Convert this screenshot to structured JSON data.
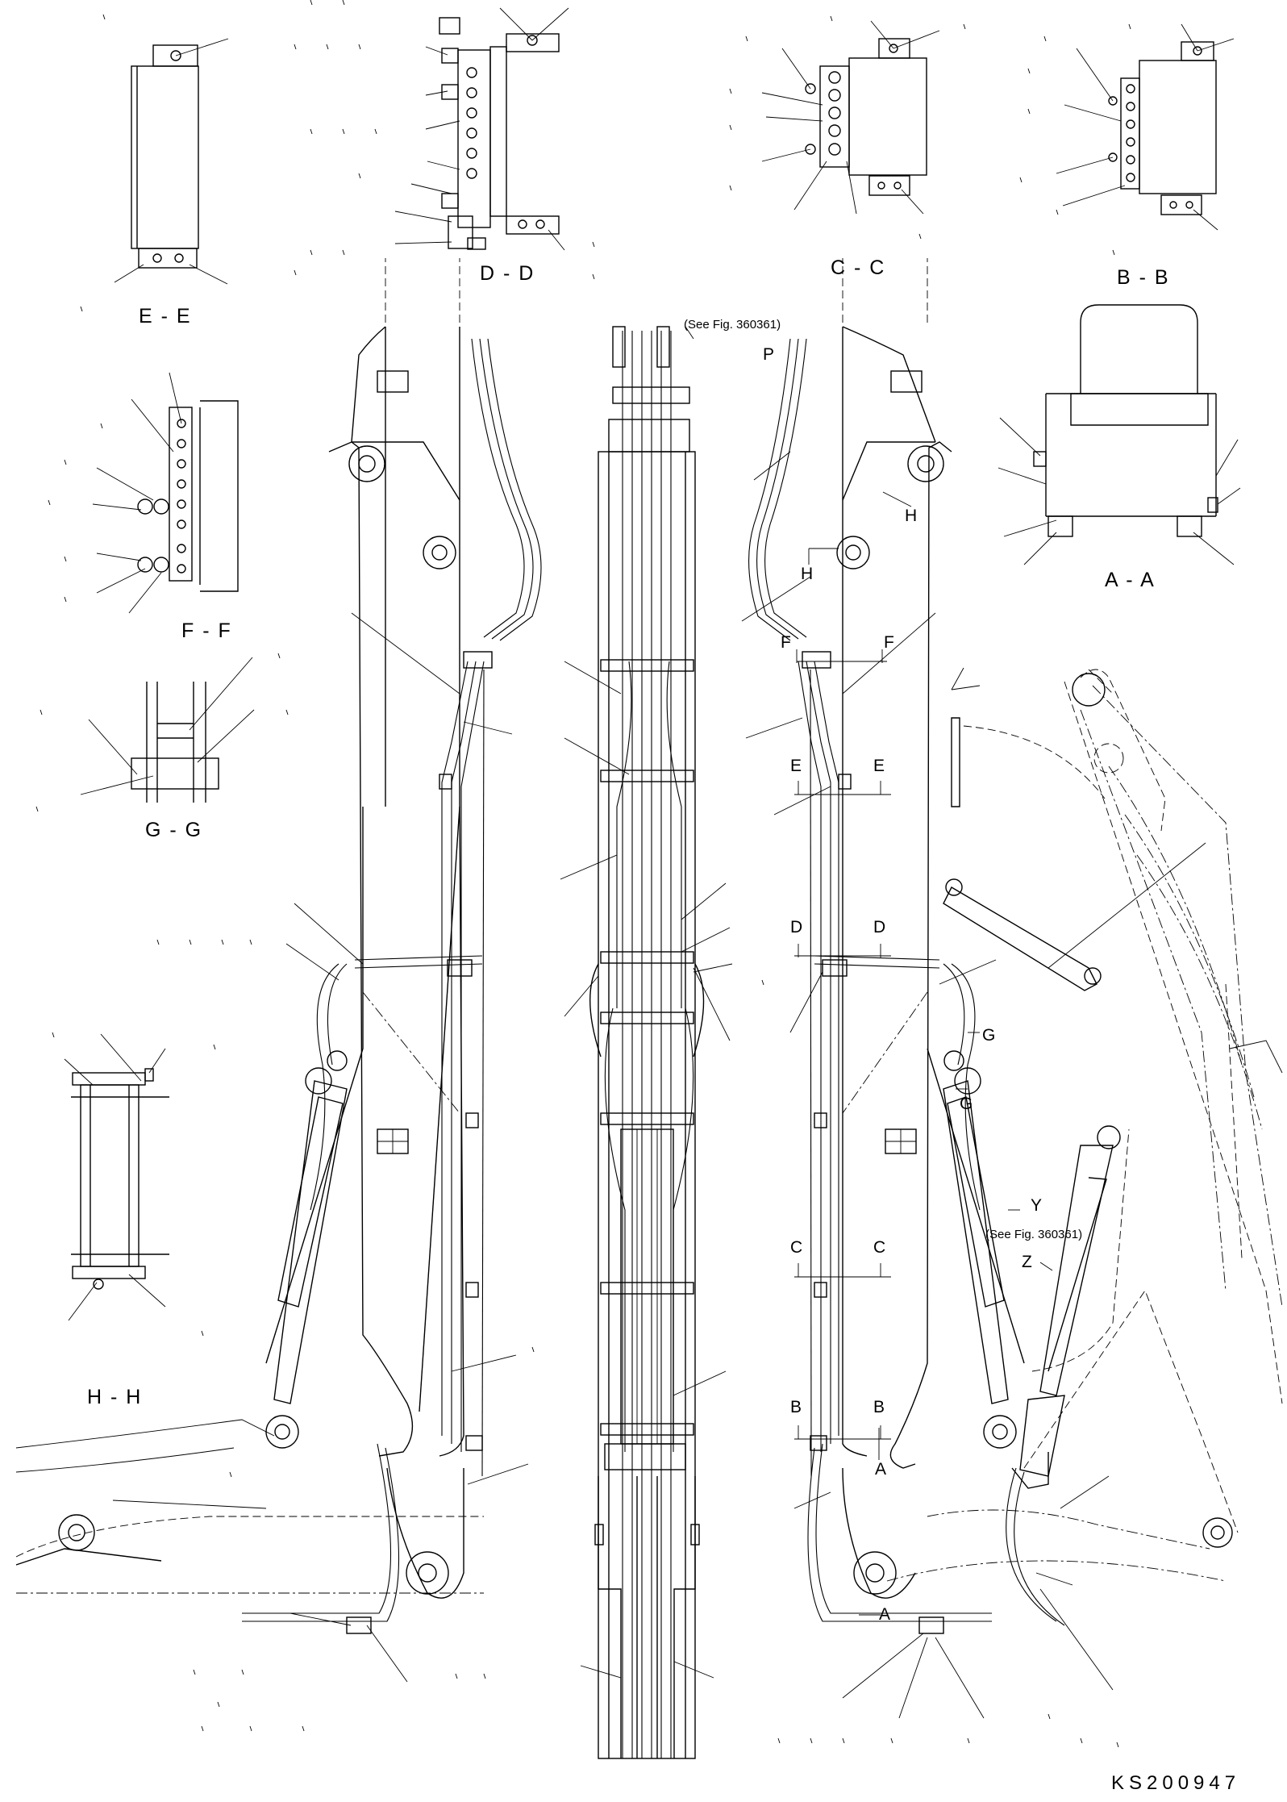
{
  "sections": {
    "ee": "E - E",
    "dd": "D - D",
    "cc": "C - C",
    "bb": "B - B",
    "ff": "F - F",
    "gg": "G - G",
    "aa": "A - A",
    "hh": "H - H"
  },
  "refs": {
    "top": "(See Fig. 360361)",
    "mid": "(See Fig. 360361)"
  },
  "markers": {
    "p": "P",
    "h": "H",
    "f": "F",
    "e": "E",
    "d": "D",
    "c": "C",
    "b": "B",
    "a": "A",
    "g": "G",
    "y": "Y",
    "z": "Z"
  },
  "drawing_code": "KS200947"
}
